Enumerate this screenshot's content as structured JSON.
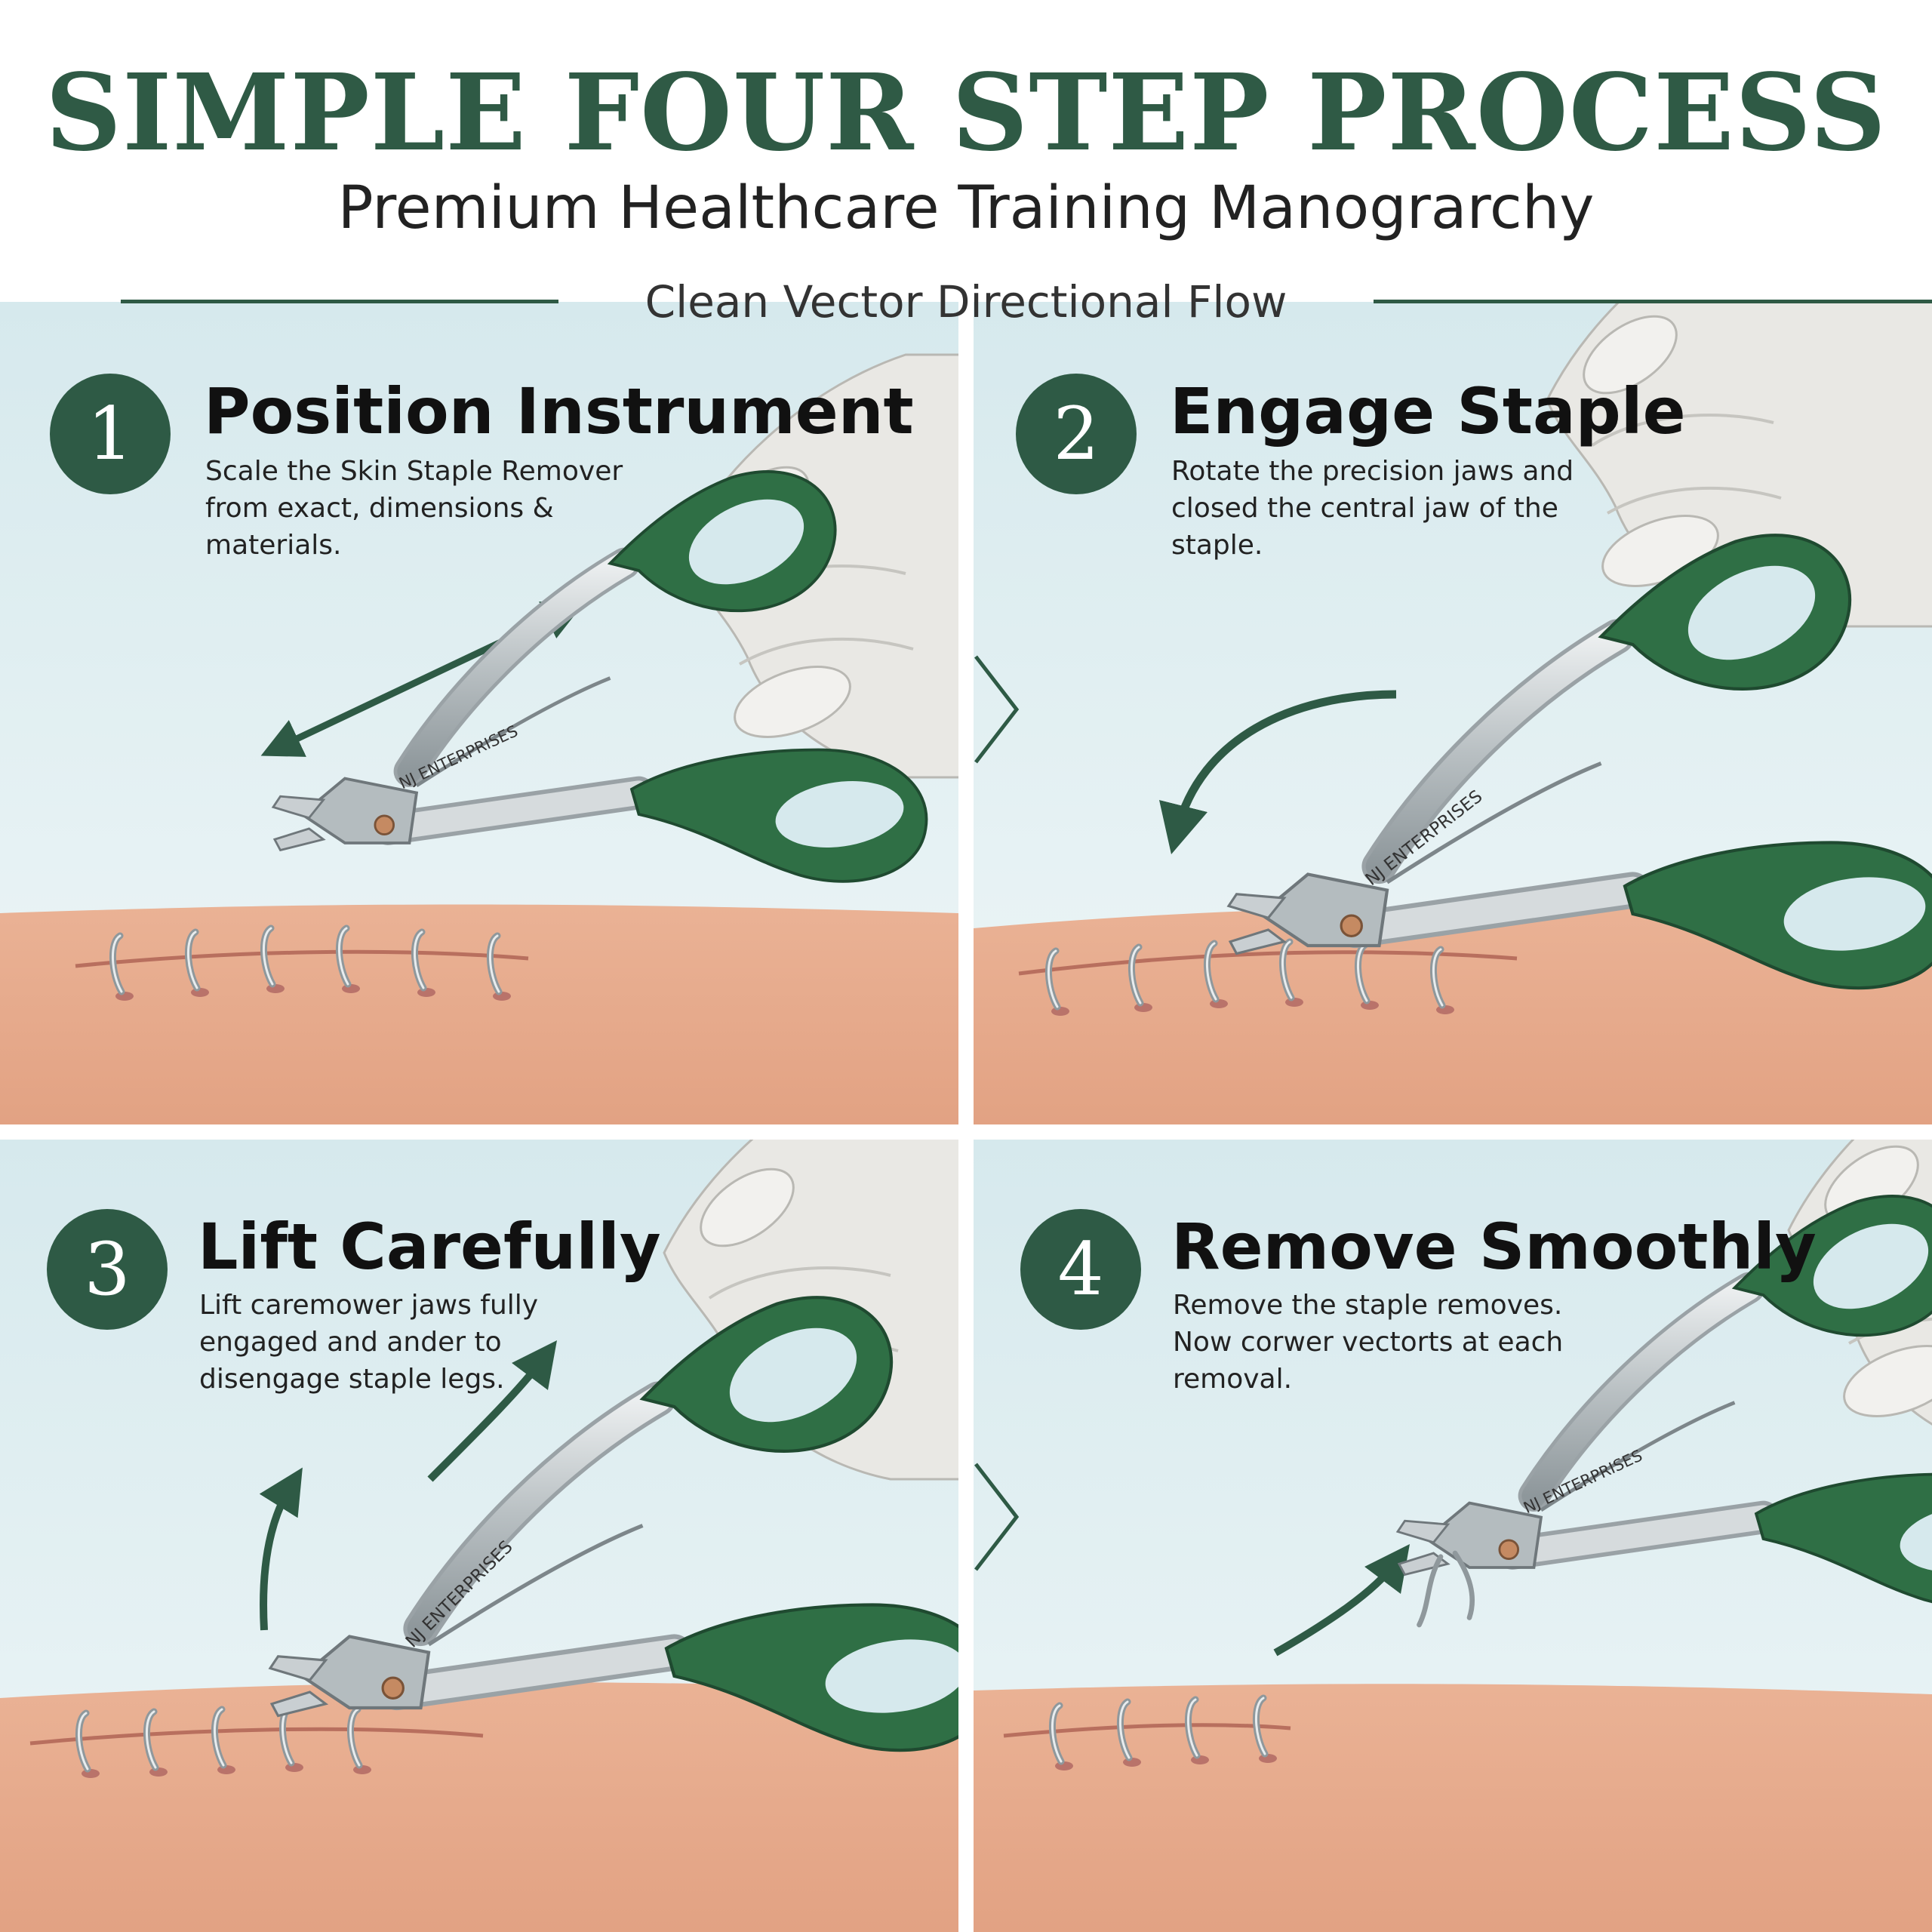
{
  "header": {
    "title": "SIMPLE FOUR STEP PROCESS",
    "subtitle": "Premium Healthcare Training Manograrchy",
    "flow_label": "Clean Vector Directional Flow"
  },
  "brand_text": "NJ ENTERPRISES",
  "colors": {
    "accent": "#2e5a45",
    "handle": "#2f6f45",
    "skin": "#e6a88a",
    "background": "#dcedf0"
  },
  "steps": [
    {
      "number": "1",
      "title": "Position Instrument",
      "description": "Scale the Skin Staple Remover from exact, dimensions & materials."
    },
    {
      "number": "2",
      "title": "Engage Staple",
      "description": "Rotate the precision jaws and closed the central jaw of the staple."
    },
    {
      "number": "3",
      "title": "Lift Carefully",
      "description": "Lift caremower jaws fully engaged and ander to disengage staple legs."
    },
    {
      "number": "4",
      "title": "Remove Smoothly",
      "description": "Remove the staple removes. Now corwer vectorts at each removal."
    }
  ]
}
